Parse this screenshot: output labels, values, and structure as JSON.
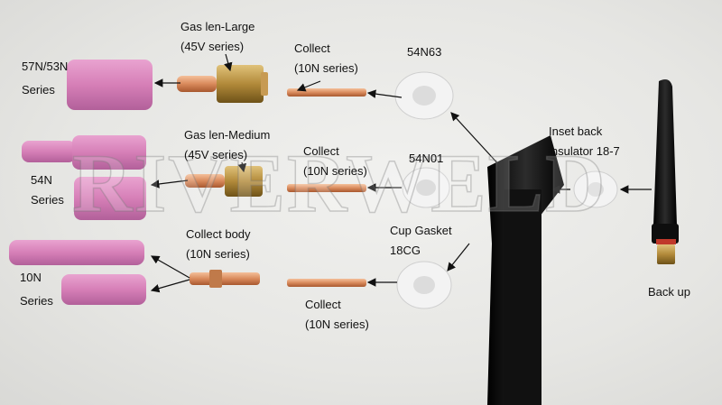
{
  "watermark": "RIVERWELD",
  "labels": {
    "nozzle_57n": [
      "57N/53N",
      "Series"
    ],
    "gas_lens_large": [
      "Gas len-Large",
      "(45V series)"
    ],
    "collect_top": [
      "Collect",
      "(10N series)"
    ],
    "insulator_54n63": "54N63",
    "nozzle_54n": [
      "54N",
      "Series"
    ],
    "gas_lens_medium": [
      "Gas len-Medium",
      "(45V series)"
    ],
    "collect_mid": [
      "Collect",
      "(10N series)"
    ],
    "insulator_54n01": "54N01",
    "inset_back_insulator": [
      "Inset back",
      "insulator  18-7"
    ],
    "collect_body": [
      "Collect body",
      "(10N series)"
    ],
    "cup_gasket": [
      "Cup Gasket",
      "18CG"
    ],
    "nozzle_10n": [
      "10N",
      "Series"
    ],
    "collect_bottom": [
      "Collect",
      "(10N series)"
    ],
    "back_up": "Back up"
  },
  "colors": {
    "ceramic_pink": "#d67fb7",
    "copper": "#d98a5c",
    "brass": "#b28a3a",
    "torch_black": "#151515"
  }
}
